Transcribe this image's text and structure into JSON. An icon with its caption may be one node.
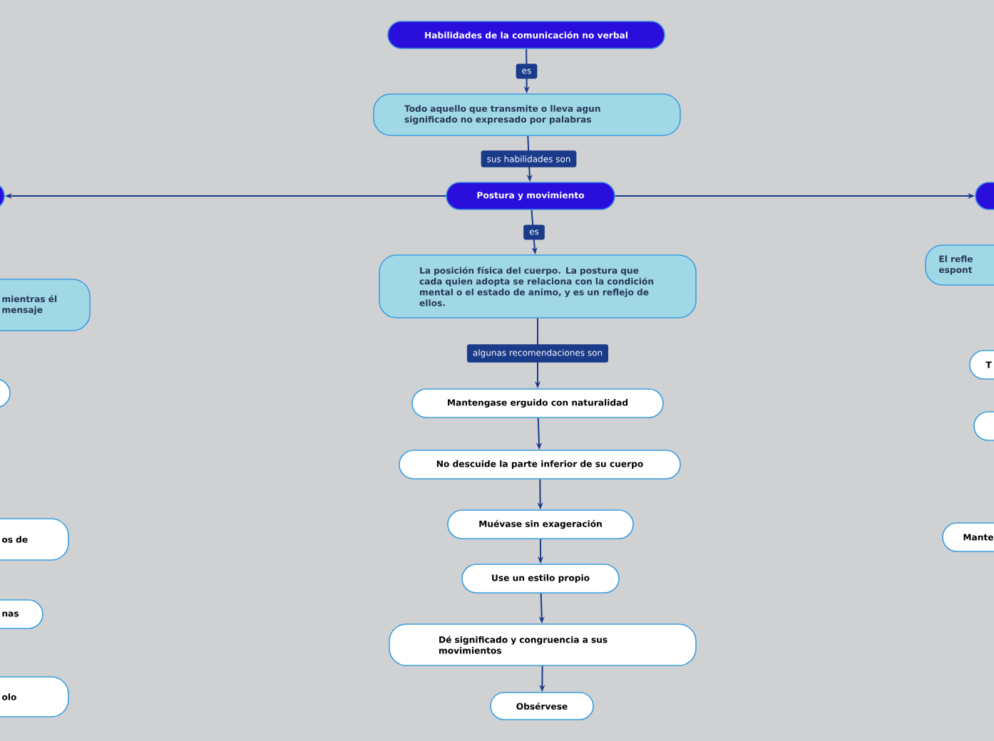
{
  "diagram": {
    "nodes": [
      {
        "text": [
          "Habilidades de la comunicación no verbal"
        ]
      },
      {
        "text": [
          "Todo aquello que transmite o lleva agun significado no expresado por palabras"
        ]
      },
      {
        "text": [
          "Postura y movimiento"
        ]
      },
      {
        "text": [
          "La posición física del cuerpo. La postura que cada quien adopta se relaciona con la condición mental o el estado de animo, y es un reflejo de ellos."
        ]
      },
      {
        "text": [
          "Mantengase erguido con naturalidad"
        ]
      },
      {
        "text": [
          "No descuide la parte inferior de su cuerpo"
        ]
      },
      {
        "text": [
          "Muévase sin exageración"
        ]
      },
      {
        "text": [
          "Use un estilo propio"
        ]
      },
      {
        "text": [
          "Dé significado y congruencia a sus movimientos"
        ]
      },
      {
        "text": [
          "Obsérvese"
        ]
      },
      {
        "text": [],
        "shape": "box"
      },
      {
        "text": [
          "mientras él mensaje"
        ]
      },
      {
        "text": [],
        "shape": "box"
      },
      {
        "text": [
          "os de"
        ]
      },
      {
        "text": [
          "nas"
        ]
      },
      {
        "text": [
          "olo"
        ]
      },
      {
        "text": [],
        "shape": "box"
      },
      {
        "text": [
          "El refle espont"
        ]
      },
      {
        "text": [
          "T"
        ]
      },
      {
        "text": [],
        "shape": "box"
      },
      {
        "text": [
          "Mante"
        ]
      }
    ],
    "edges": [
      {
        "from": 0,
        "to": 1,
        "arrow": "to",
        "label": "es"
      },
      {
        "from": 1,
        "to": 2,
        "arrow": "to",
        "label": "sus habilidades son"
      },
      {
        "from": 2,
        "to": 3,
        "arrow": "to",
        "label": "es"
      },
      {
        "from": 3,
        "to": 4,
        "arrow": "to",
        "label": "algunas recomendaciones son"
      },
      {
        "from": 4,
        "to": 5,
        "arrow": "to"
      },
      {
        "from": 5,
        "to": 6,
        "arrow": "to"
      },
      {
        "from": 6,
        "to": 7,
        "arrow": "to"
      },
      {
        "from": 7,
        "to": 8,
        "arrow": "to"
      },
      {
        "from": 8,
        "to": 9,
        "arrow": "to"
      },
      {
        "from": 2,
        "to": 10,
        "arrow": "to"
      },
      {
        "from": 2,
        "to": 16,
        "arrow": "to"
      }
    ]
  }
}
